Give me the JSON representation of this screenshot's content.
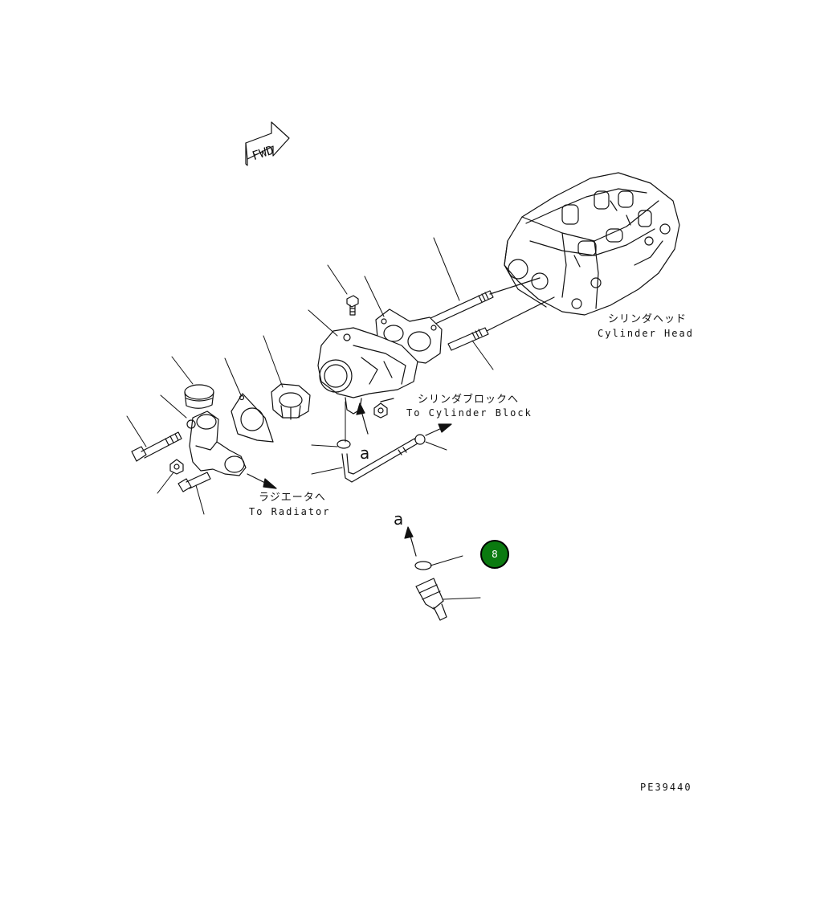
{
  "fwd_arrow": {
    "text": "FWD"
  },
  "labels": {
    "cylinder_head_jp": "シリンダヘッド",
    "cylinder_head_en": "Cylinder Head",
    "cylinder_block_jp": "シリンダブロックへ",
    "cylinder_block_en": "To Cylinder Block",
    "radiator_jp": "ラジエータへ",
    "radiator_en": "To Radiator",
    "detail_a_1": "a",
    "detail_a_2": "a",
    "drawing_number": "PE39440"
  },
  "badge": {
    "text": "8",
    "color": "#0b7a10"
  }
}
